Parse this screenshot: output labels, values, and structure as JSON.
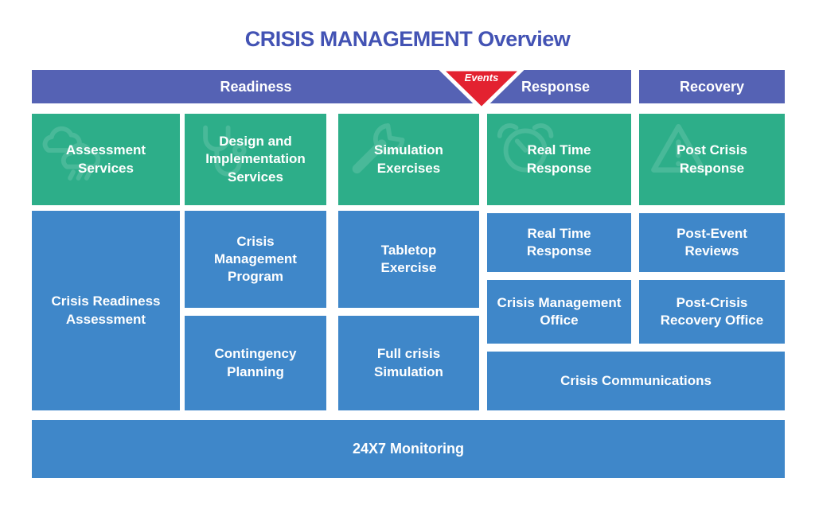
{
  "title": "CRISIS MANAGEMENT Overview",
  "colors": {
    "title_text": "#4353b4",
    "phase_bar_purple": "#5562b4",
    "events_red": "#e32230",
    "service_green": "#2dae89",
    "icon_light_green": "#49b999",
    "box_blue": "#3f87c9",
    "text_white": "#ffffff"
  },
  "phases": {
    "readiness": "Readiness",
    "events": "Events",
    "response": "Response",
    "recovery": "Recovery"
  },
  "services": [
    {
      "label": "Assessment Services",
      "icon": "clouds-rain-icon"
    },
    {
      "label": "Design and Implementation Services",
      "icon": "stethoscope-icon"
    },
    {
      "label": "Simulation Exercises",
      "icon": "wrench-icon"
    },
    {
      "label": "Real Time Response",
      "icon": "alarm-clock-icon"
    },
    {
      "label": "Post Crisis Response",
      "icon": "warning-triangle-icon"
    }
  ],
  "sections": {
    "readiness": {
      "crisis_readiness_assessment": "Crisis Readiness Assessment",
      "crisis_management_program": "Crisis Management Program",
      "tabletop_exercise": "Tabletop Exercise",
      "contingency_planning": "Contingency Planning",
      "full_crisis_simulation": "Full crisis Simulation"
    },
    "response": {
      "real_time_response": "Real Time Response",
      "crisis_management_office": "Crisis Management Office"
    },
    "recovery": {
      "post_event_reviews": "Post-Event Reviews",
      "post_crisis_recovery_office": "Post-Crisis Recovery Office"
    },
    "shared": {
      "crisis_communications": "Crisis Communications"
    }
  },
  "monitoring": {
    "label": "24X7 Monitoring"
  }
}
